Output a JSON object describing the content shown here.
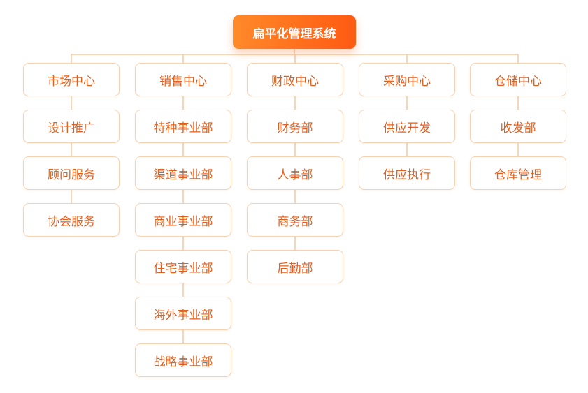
{
  "root": {
    "label": "扁平化管理系统"
  },
  "colors": {
    "accent_start": "#ff8a2a",
    "accent_end": "#ff5a12",
    "node_text": "#e45f1b",
    "node_border": "#f8d2b0",
    "connector": "#f6c8a0"
  },
  "columns": [
    {
      "head": "市场中心",
      "items": [
        "设计推广",
        "顾问服务",
        "协会服务"
      ]
    },
    {
      "head": "销售中心",
      "items": [
        "特种事业部",
        "渠道事业部",
        "商业事业部",
        "住宅事业部",
        "海外事业部",
        "战略事业部"
      ]
    },
    {
      "head": "财政中心",
      "items": [
        "财务部",
        "人事部",
        "商务部",
        "后勤部"
      ]
    },
    {
      "head": "采购中心",
      "items": [
        "供应开发",
        "供应执行"
      ]
    },
    {
      "head": "仓储中心",
      "items": [
        "收发部",
        "仓库管理"
      ]
    }
  ]
}
